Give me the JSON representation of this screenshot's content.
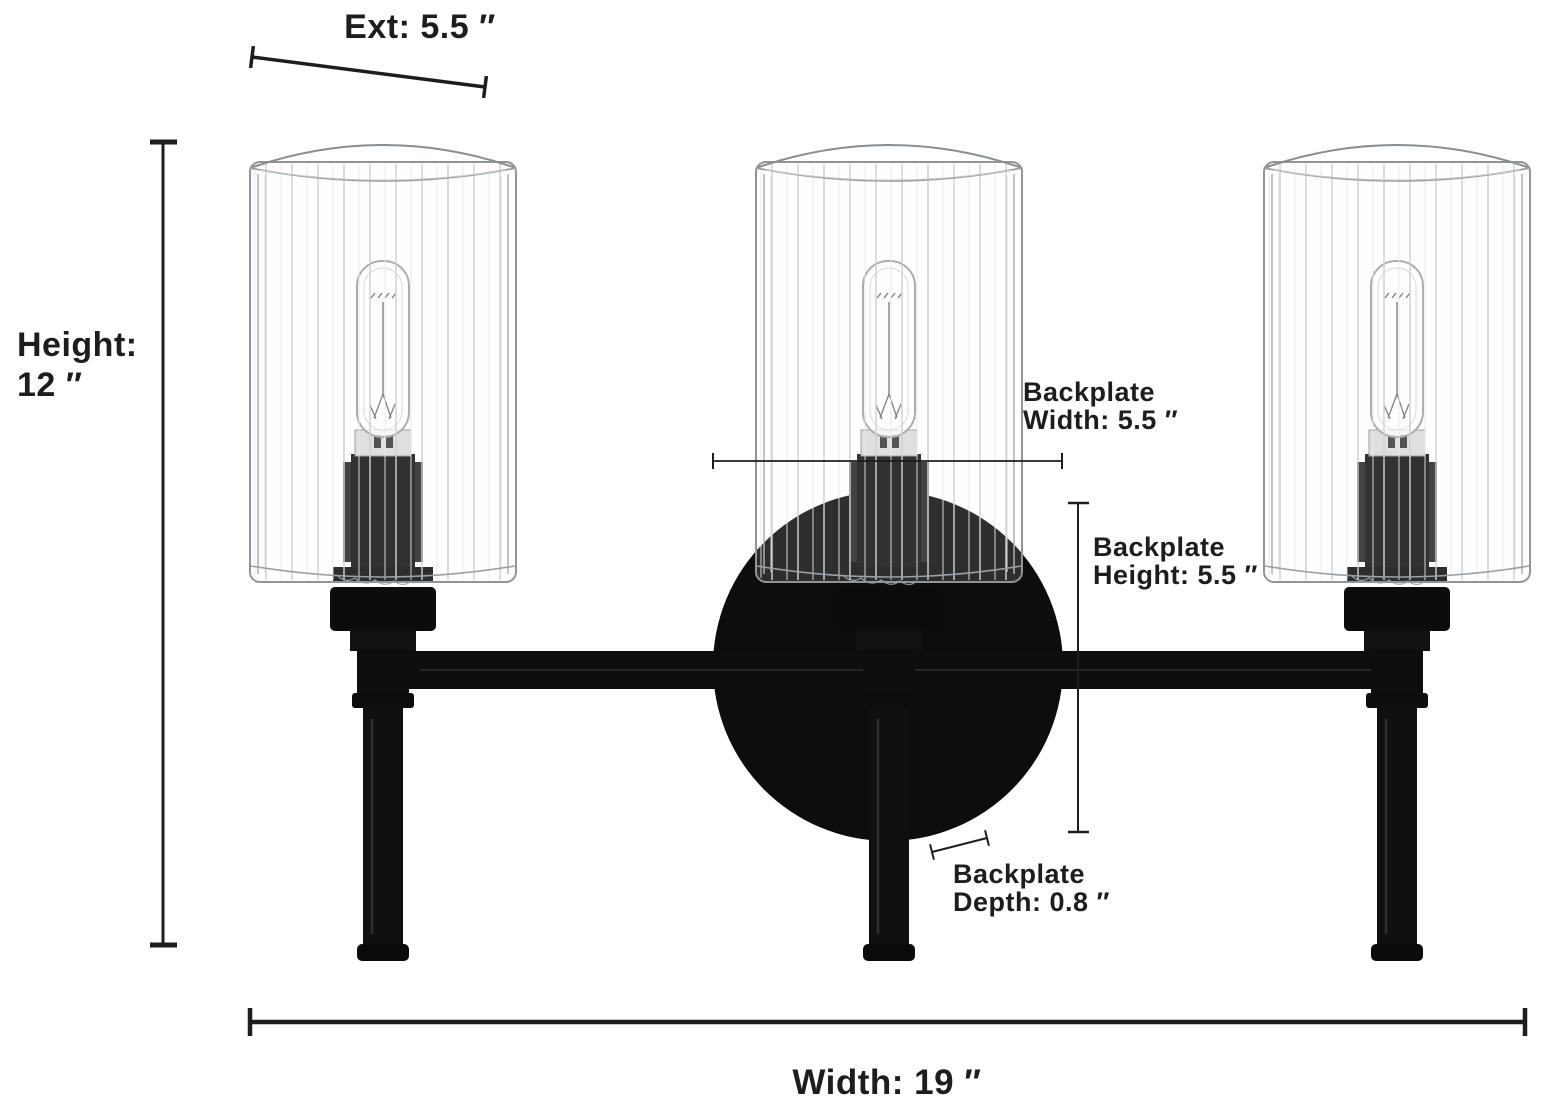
{
  "diagram": {
    "kind": "product-dimension-diagram",
    "labels": {
      "ext": "Ext: 5.5 ″",
      "height_line1": "Height:",
      "height_line2": "12 ″",
      "width": "Width: 19 ″",
      "backplate_width_line1": "Backplate",
      "backplate_width_line2": "Width: 5.5 ″",
      "backplate_height_line1": "Backplate",
      "backplate_height_line2": "Height: 5.5 ″",
      "backplate_depth_line1": "Backplate",
      "backplate_depth_line2": "Depth: 0.8 ″"
    },
    "values": {
      "extension_in": 5.5,
      "height_in": 12,
      "width_in": 19,
      "backplate_width_in": 5.5,
      "backplate_height_in": 5.5,
      "backplate_depth_in": 0.8
    },
    "colors": {
      "background": "#ffffff",
      "dimension_line": "#1d1d1f",
      "label_text": "#1d1d1f",
      "fixture_black": "#0d0d0d",
      "glass_edge": "#8e969b"
    },
    "lights_count": 3
  }
}
